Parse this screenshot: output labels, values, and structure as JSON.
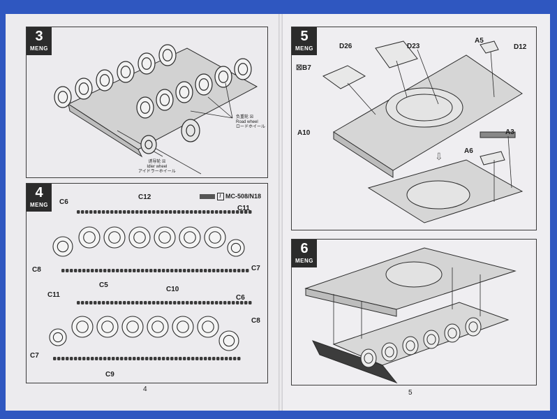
{
  "step3": {
    "num": "3",
    "brand": "MENG",
    "road_wheel": {
      "jp": "负重轮",
      "en": "Road wheel",
      "kana": "ロードホイール"
    },
    "idler_wheel": {
      "jp": "诱导轮",
      "en": "Idler wheel",
      "kana": "アイドラーホイール"
    }
  },
  "step4": {
    "num": "4",
    "brand": "MENG",
    "glue_note": "MC-508/N18",
    "top": {
      "c6": "C6",
      "c12": "C12",
      "c11": "C11",
      "c8": "C8",
      "c7": "C7",
      "c5": "C5"
    },
    "bottom": {
      "c11": "C11",
      "c10": "C10",
      "c6": "C6",
      "c8": "C8",
      "c7": "C7",
      "c9": "C9"
    }
  },
  "step5": {
    "num": "5",
    "brand": "MENG",
    "labels": {
      "d26": "D26",
      "d23": "D23",
      "a5": "A5",
      "d12": "D12",
      "b7": "B7",
      "a10": "A10",
      "a3": "A3",
      "a6": "A6"
    }
  },
  "step6": {
    "num": "6",
    "brand": "MENG"
  },
  "page_numbers": {
    "left": "4",
    "right": "5"
  }
}
